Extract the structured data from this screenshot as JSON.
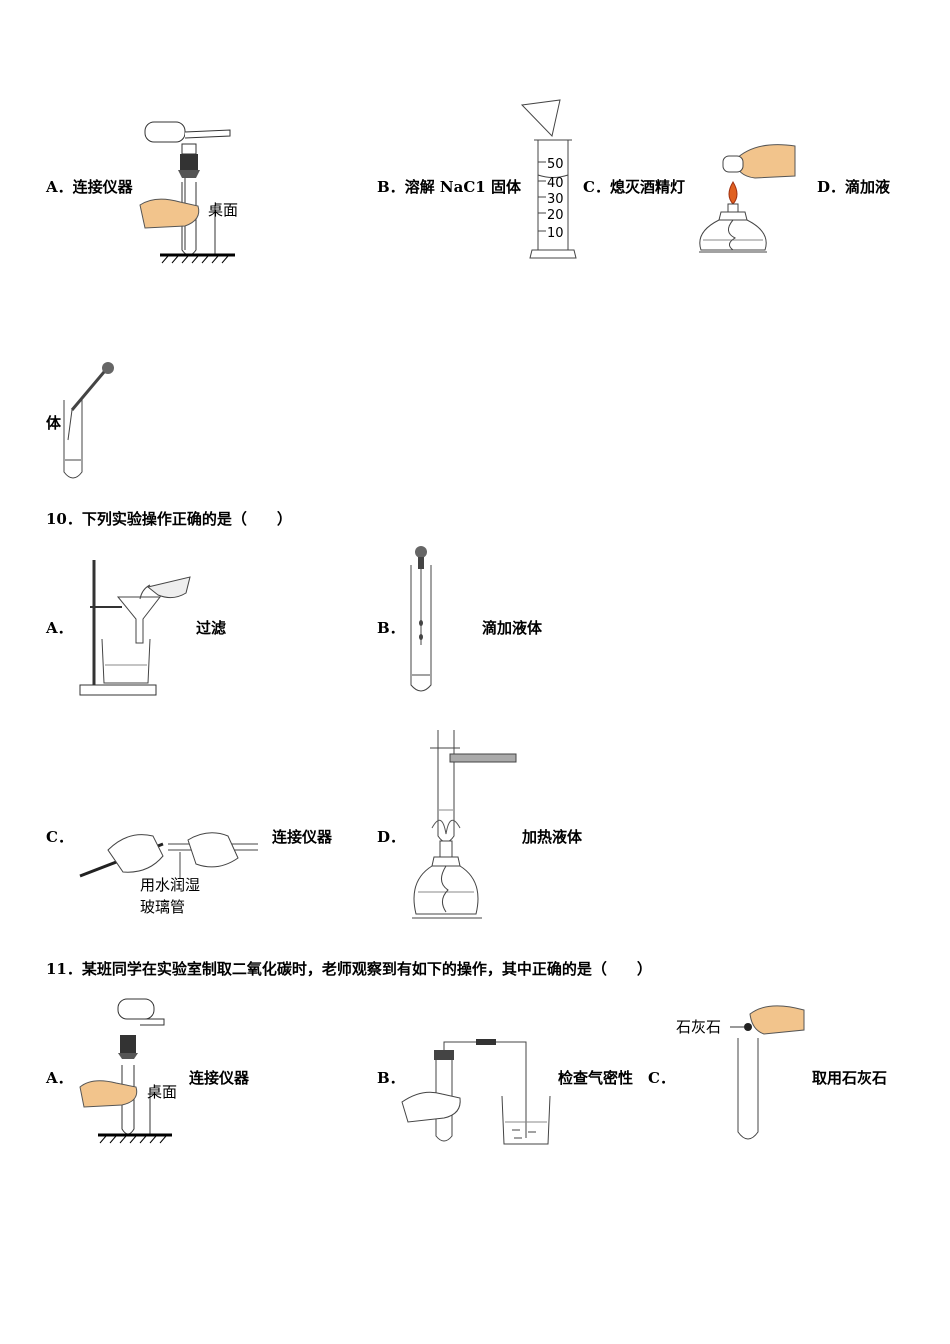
{
  "q9": {
    "options": [
      {
        "letter": "A．",
        "text": "连接仪器",
        "label": "桌面"
      },
      {
        "letter": "B．",
        "text": "溶解 NaC1 固体",
        "scale": [
          "50",
          "40",
          "30",
          "20",
          "10"
        ]
      },
      {
        "letter": "C．",
        "text": "熄灭酒精灯"
      },
      {
        "letter": "D．",
        "text": "滴加液",
        "text_wrap": "体"
      }
    ]
  },
  "q10": {
    "title": "10．下列实验操作正确的是（　　）",
    "options": [
      {
        "letter": "A．",
        "text": "过滤"
      },
      {
        "letter": "B．",
        "text": "滴加液体"
      },
      {
        "letter": "C．",
        "text": "连接仪器",
        "label_line1": "用水润湿",
        "label_line2": "玻璃管"
      },
      {
        "letter": "D．",
        "text": "加热液体"
      }
    ]
  },
  "q11": {
    "title": "11．某班同学在实验室制取二氧化碳时，老师观察到有如下的操作，其中正确的是（　　）",
    "options": [
      {
        "letter": "A．",
        "text": "连接仪器",
        "label": "桌面"
      },
      {
        "letter": "B．",
        "text": "检查气密性"
      },
      {
        "letter": "C．",
        "text": "取用石灰石",
        "label": "石灰石"
      }
    ]
  }
}
